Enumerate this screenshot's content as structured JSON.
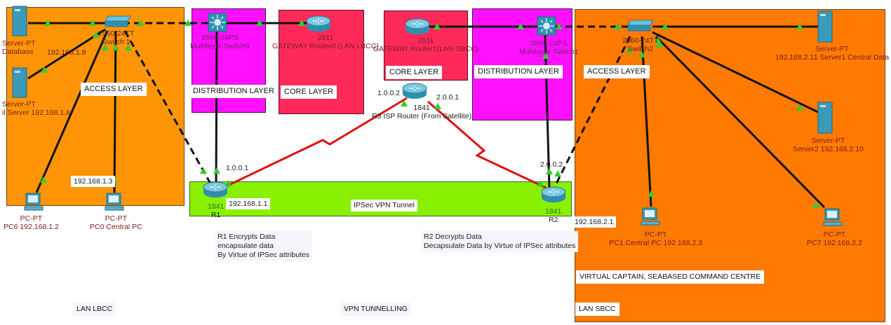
{
  "zones": {
    "lan_lbcc": {
      "access_layer_label": "ACCESS LAYER",
      "footer_label": "LAN LBCC"
    },
    "dist_lbcc": {
      "label": "DISTRIBUTION LAYER"
    },
    "core_lbcc": {
      "label": "CORE LAYER"
    },
    "core_sbcc": {
      "label": "CORE LAYER"
    },
    "dist_sbcc": {
      "label": "DISTRIBUTION LAYER"
    },
    "lan_sbcc": {
      "access_layer_label": "ACCESS LAYER",
      "site_label": "VIRTUAL CAPTAIN, SEABASED COMMAND CENTRE",
      "footer_label": "LAN SBCC"
    },
    "vpn": {
      "label": "IPSec VPN Tunnel",
      "footer_label": "VPN TUNNELLING"
    }
  },
  "devices": {
    "server_database": {
      "model": "Server-PT",
      "name": "Database"
    },
    "server_mail": {
      "model": "Server-PT",
      "name": "il Server 192.168.1.8"
    },
    "switch1": {
      "model": "2960-24TT",
      "name": "Switch 1"
    },
    "pc6": {
      "model": "PC-PT",
      "name": "PC6 192.168.1.2"
    },
    "pc0": {
      "model": "PC-PT",
      "name": "PC0 Central PC"
    },
    "ml_switch0": {
      "model": "3560-24PS",
      "name": "Multilayer Switch0"
    },
    "router0": {
      "model": "2811",
      "name": "GATEWAY Router0 (LAN LBCC)"
    },
    "router1": {
      "model": "2811",
      "name": "GATEWAY Router1(LAN SBCC)"
    },
    "r3": {
      "model": "1841",
      "name": "R3  ISP Router (From Satellite)"
    },
    "ml_switch1": {
      "model": "3560-24PS",
      "name": "Multilayer Switch1"
    },
    "switch2": {
      "model": "2960-24TT",
      "name": "Switch2"
    },
    "server1": {
      "model": "Server-PT",
      "name": "192.168.2.11 Server1 Central Data"
    },
    "server2": {
      "model": "Server-PT",
      "name": "Server2 192.168.2.10"
    },
    "pc1": {
      "model": "PC-PT",
      "name": "PC1 Central PC 192.168.2.3"
    },
    "pc7": {
      "model": "PC-PT",
      "name": "PC7 192.168.2.2"
    },
    "r1": {
      "model": "1841",
      "name": "R1"
    },
    "r2": {
      "model": "1841",
      "name": "R2"
    }
  },
  "ip_labels": {
    "switch1_ip": "192.168.1.9",
    "pc0_ip": "192.168.1.3",
    "r1_wan": "1.0.0.1",
    "r1_lan": "192.168.1.1",
    "r3_left": "1.0.0.2",
    "r3_right": "2.0.0.1",
    "r2_wan": "2.0.0.2",
    "r2_lan": "192.168.2.1"
  },
  "notes": {
    "r1": "R1 Encrypts Data\nencapsulate data\nBy Virtue of IPSec attributes",
    "r2": "R2 Decrypts Data\nDecapsulate Data by Virtue of IPSec attributes"
  },
  "colors": {
    "lan_lbcc": "#ff9506",
    "lan_sbcc": "#ff7a00",
    "distribution": "#ff10ff",
    "core": "#ff2a5a",
    "vpn_tunnel": "#88f000",
    "serial_link": "#e01010",
    "link_up": "#33cc33"
  }
}
